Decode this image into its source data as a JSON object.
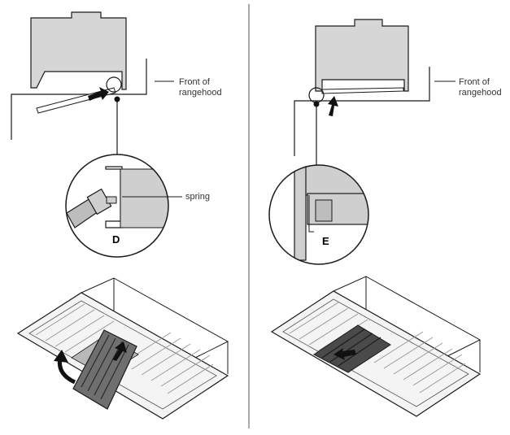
{
  "labels": {
    "front_left": "Front of\nrangehood",
    "front_right": "Front of\nrangehood",
    "spring": "spring",
    "detail_d": "D",
    "detail_e": "E"
  },
  "colors": {
    "line": "#1a1a1a",
    "hood_fill": "#d6d6d6",
    "detail_fill": "#cfcfcf",
    "arrow": "#111111",
    "grille": "#9a9a9a"
  },
  "icons": [
    "push-arrow-icon",
    "rotate-arrow-icon",
    "slide-arrow-icon"
  ]
}
